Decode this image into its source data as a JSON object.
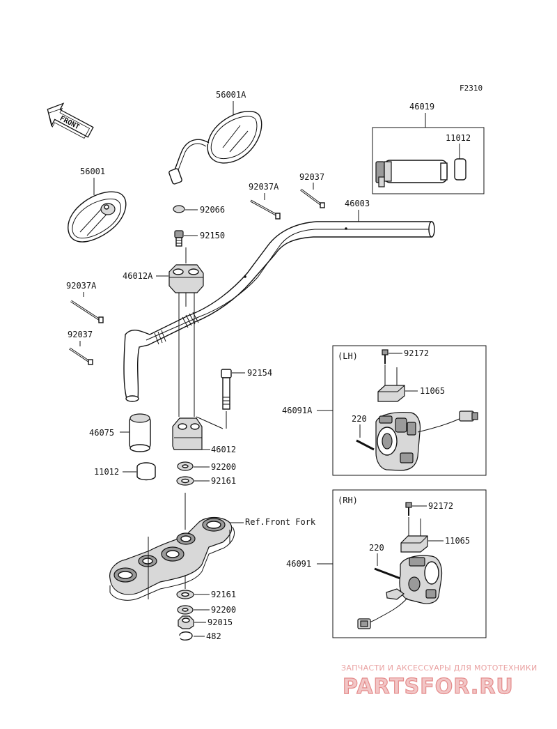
{
  "figure_code": "F2310",
  "front_arrow": "FRONT",
  "callouts": {
    "mirror_right": "56001A",
    "mirror_left": "56001",
    "switch_kit": "46019",
    "grip_cap_top": "11012",
    "wire_a_top": "92037A",
    "wire_top": "92037",
    "handlebar": "46003",
    "cap": "92066",
    "bolt_cap": "92150",
    "holder_upper": "46012A",
    "wire_a_left": "92037A",
    "wire_left": "92037",
    "bolt_long": "92154",
    "grip": "46075",
    "holder_lower": "46012",
    "grip_cap": "11012",
    "washer_1": "92200",
    "washer_2": "92161",
    "ref_front_fork": "Ref.Front Fork",
    "washer_3": "92161",
    "washer_4": "92200",
    "nut": "92015",
    "clip": "482",
    "lh_label": "(LH)",
    "lh_screw": "92172",
    "lh_plate": "11065",
    "lh_assy": "46091A",
    "lh_screw_220": "220",
    "rh_label": "(RH)",
    "rh_screw": "92172",
    "rh_plate": "11065",
    "rh_assy": "46091",
    "rh_screw_220": "220"
  },
  "watermark": {
    "line1": "ЗАПЧАСТИ И АКСЕССУАРЫ ДЛЯ МОТОТЕХНИКИ",
    "line2": "PARTSFOR.RU"
  }
}
